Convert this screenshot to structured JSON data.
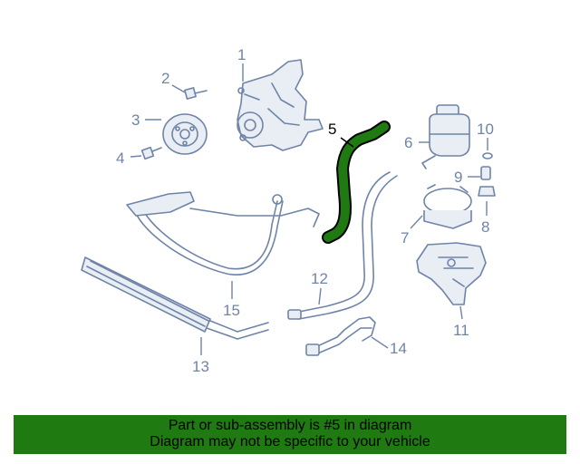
{
  "diagram": {
    "highlighted_part": "5",
    "highlight_color": "#1f7a12",
    "line_color": "#6f84a8",
    "callouts": [
      "1",
      "2",
      "3",
      "4",
      "5",
      "6",
      "7",
      "8",
      "9",
      "10",
      "11",
      "12",
      "13",
      "14",
      "15"
    ]
  },
  "banner": {
    "background": "#1f7a12",
    "line1": "Part or sub-assembly is #5 in diagram",
    "line2": "Diagram may not be specific to your vehicle"
  }
}
